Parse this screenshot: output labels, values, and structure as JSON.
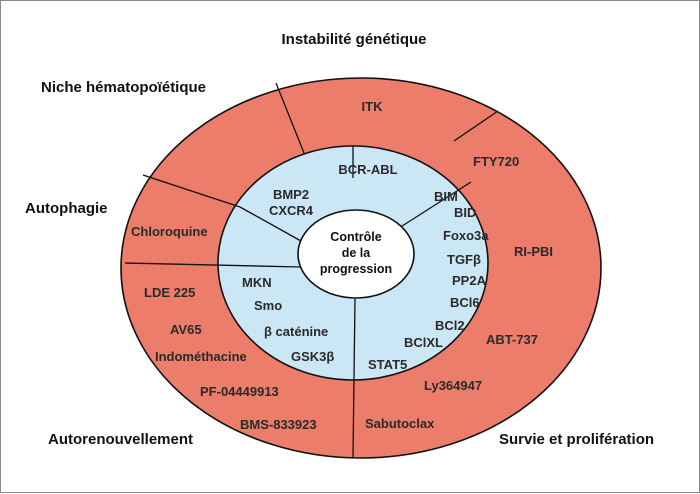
{
  "colors": {
    "outer_ring": "#ec7d6b",
    "inner_ring": "#cbe7f6",
    "center": "#ffffff",
    "stroke": "#111111"
  },
  "outer_labels": {
    "instabilite": "Instabilité génétique",
    "niche": "Niche hématopoïétique",
    "autophagie": "Autophagie",
    "autorenouvellement": "Autorenouvellement",
    "survie": "Survie et prolifération"
  },
  "center": {
    "line1": "Contrôle",
    "line2": "de la",
    "line3": "progression"
  },
  "inner": {
    "bcr_abl": "BCR-ABL",
    "bmp2": "BMP2",
    "cxcr4": "CXCR4",
    "bim": "BIM",
    "bid": "BID",
    "foxo3a": "Foxo3a",
    "tgfb": "TGFβ",
    "pp2a": "PP2A",
    "bcl6": "BCl6",
    "bcl2": "BCl2",
    "bclxl": "BClXL",
    "stat5": "STAT5",
    "mkn": "MKN",
    "smo": "Smo",
    "b_catenine": "β caténine",
    "gsk3b": "GSK3β"
  },
  "outer": {
    "itk": "ITK",
    "fty720": "FTY720",
    "ri_pbi": "RI-PBI",
    "abt737": "ABT-737",
    "ly364947": "Ly364947",
    "sabutoclax": "Sabutoclax",
    "chloroquine": "Chloroquine",
    "lde225": "LDE 225",
    "av65": "AV65",
    "indomethacine": "Indométhacine",
    "pf04449913": "PF-04449913",
    "bms833923": "BMS-833923"
  }
}
